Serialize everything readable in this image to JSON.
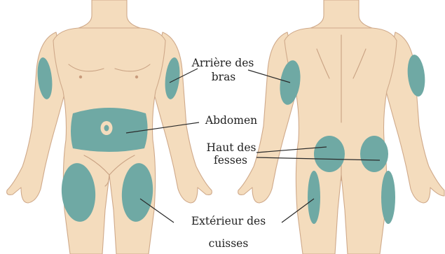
{
  "colors": {
    "skin": "#f4dcbd",
    "outline": "#cfa98a",
    "injection_zone": "#6fa9a4",
    "text": "#222222"
  },
  "labels": {
    "back_of_arms_line1": "Arrière des",
    "back_of_arms_line2": "bras",
    "abdomen": "Abdomen",
    "upper_buttocks_line1": "Haut des",
    "upper_buttocks_line2": "fesses",
    "outer_thighs_line1": "Extérieur des",
    "outer_thighs_line2": "cuisses"
  }
}
